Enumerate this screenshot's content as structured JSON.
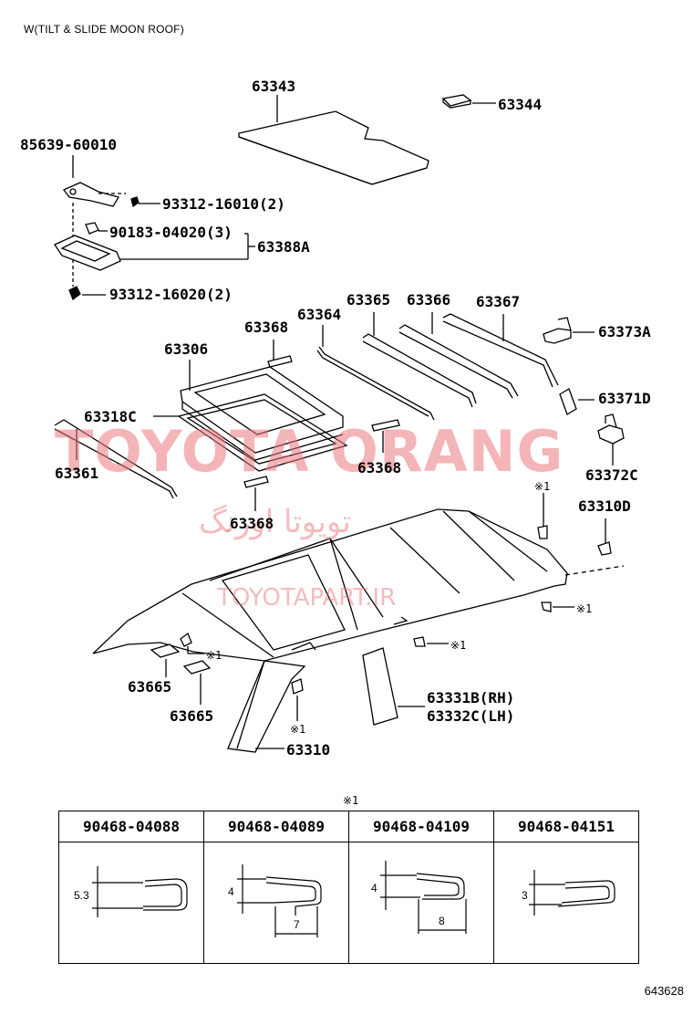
{
  "header": "W(TILT & SLIDE MOON ROOF)",
  "figure_number": "643628",
  "watermark": {
    "main": "TOYOTA ORANG",
    "persian": "تویوتا اورنگ",
    "site": "TOYOTAPART.IR"
  },
  "parts": {
    "p63343": "63343",
    "p63344": "63344",
    "p85639": "85639-60010",
    "p93312a": "93312-16010(2)",
    "p90183": "90183-04020(3)",
    "p63388a": "63388A",
    "p93312b": "93312-16020(2)",
    "p63365": "63365",
    "p63366": "63366",
    "p63367": "63367",
    "p63373a": "63373A",
    "p63368a": "63368",
    "p63364": "63364",
    "p63306": "63306",
    "p63371d": "63371D",
    "p63318c": "63318C",
    "p63368b": "63368",
    "p63372c": "63372C",
    "p63361": "63361",
    "p63368c": "63368",
    "p63310d": "63310D",
    "p63665a": "63665",
    "p63665b": "63665",
    "p63331b": "63331B(RH)",
    "p63332c": "63332C(LH)",
    "p63310": "63310"
  },
  "clip_marker": "※1",
  "clip_table": {
    "note": "※1",
    "columns": [
      {
        "part": "90468-04088",
        "dim_a": "5.3",
        "dim_b": ""
      },
      {
        "part": "90468-04089",
        "dim_a": "4",
        "dim_b": "7"
      },
      {
        "part": "90468-04109",
        "dim_a": "4",
        "dim_b": "8"
      },
      {
        "part": "90468-04151",
        "dim_a": "3",
        "dim_b": ""
      }
    ]
  }
}
